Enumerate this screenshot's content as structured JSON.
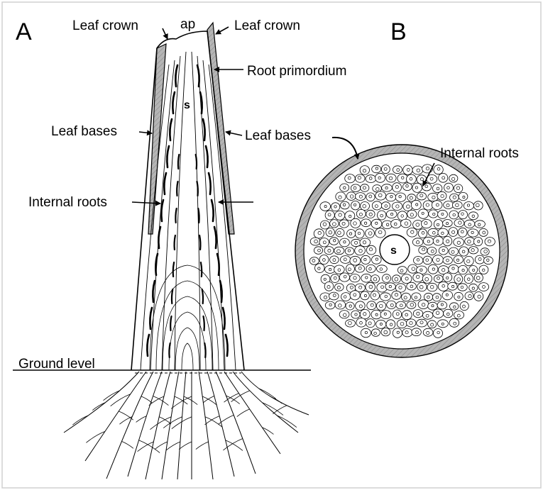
{
  "panels": {
    "a": "A",
    "b": "B"
  },
  "labels_a": {
    "apex": "ap",
    "leaf_crown_left": "Leaf crown",
    "leaf_crown_right": "Leaf crown",
    "root_primordium": "Root primordium",
    "stem": "s",
    "leaf_bases_left": "Leaf bases",
    "leaf_bases_right": "Leaf bases",
    "internal_roots": "Internal roots",
    "ground_level": "Ground level"
  },
  "labels_b": {
    "internal_roots": "Internal roots",
    "stem": "s"
  },
  "colors": {
    "ink": "#000000",
    "leaf_base_fill": "#b0b0b0",
    "cell_fill": "#ffffff"
  }
}
